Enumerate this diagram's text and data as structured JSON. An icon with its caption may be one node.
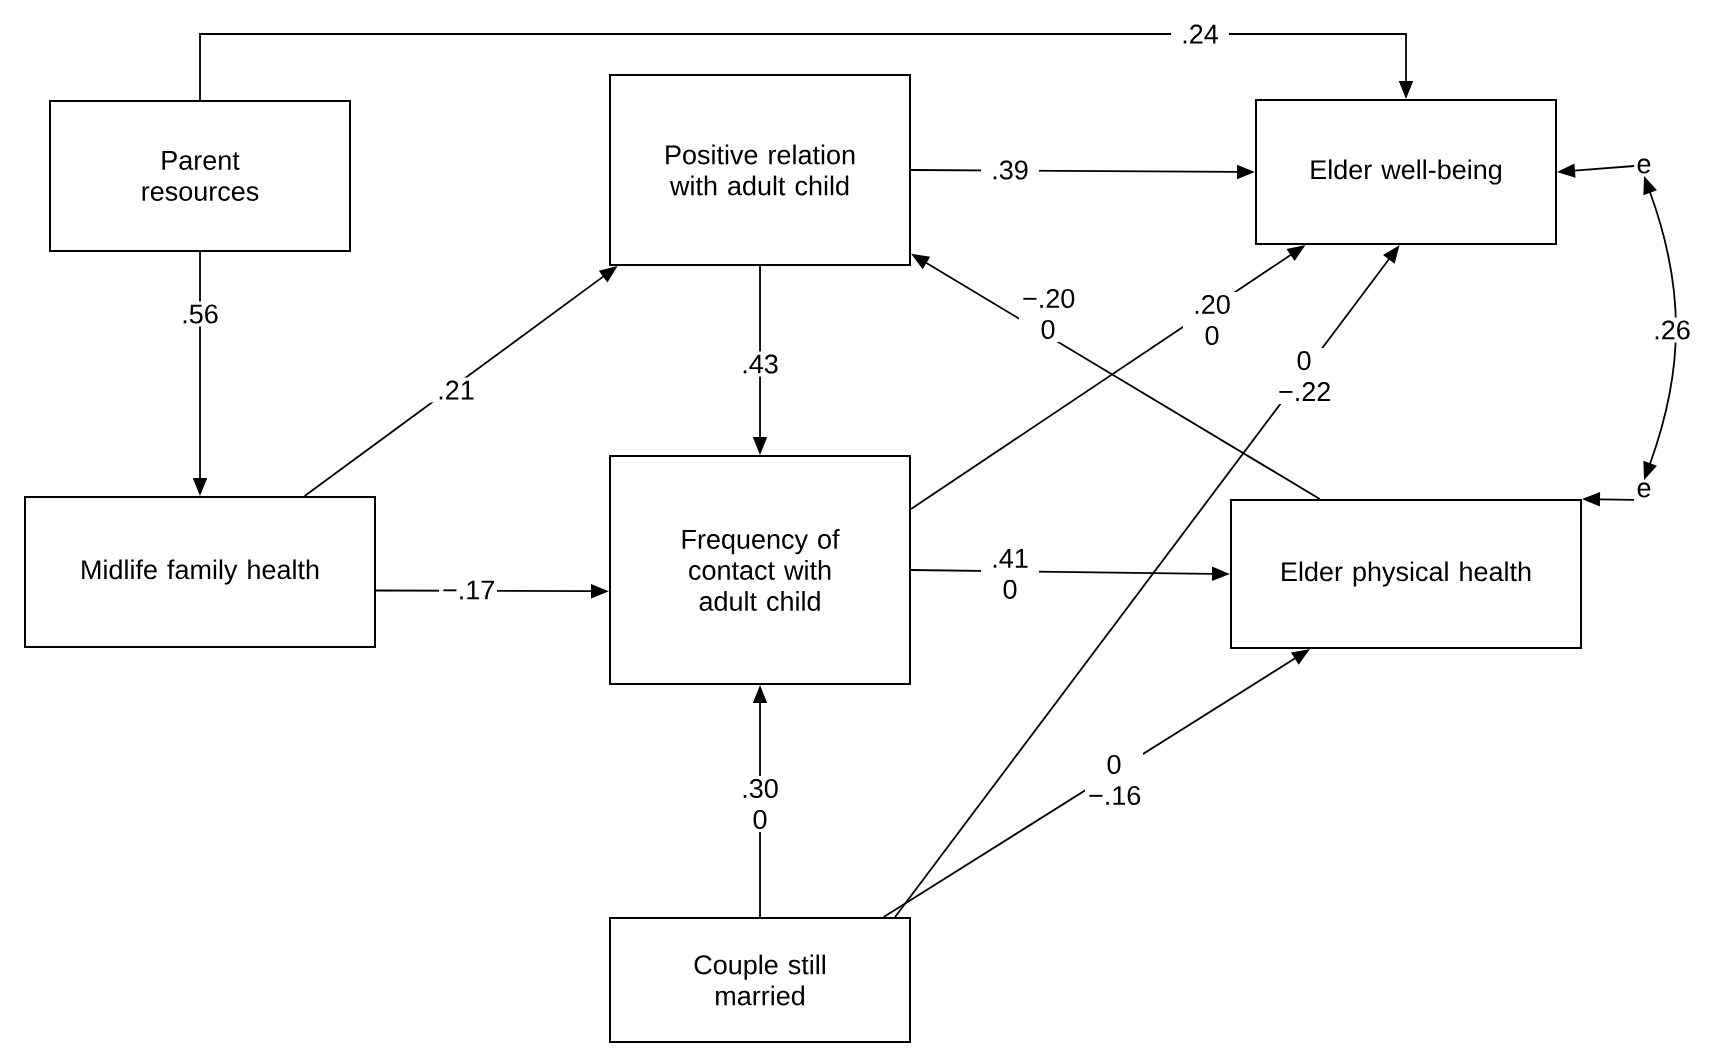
{
  "diagram": {
    "nodes": [
      {
        "text": [
          "Parent resources"
        ]
      },
      {
        "text": [
          "Positive relation with adult child"
        ]
      },
      {
        "text": [
          "Elder well-being"
        ]
      },
      {
        "text": [
          "e"
        ]
      },
      {
        "text": [
          "Midlife family health"
        ]
      },
      {
        "text": [
          "Frequency of contact with adult child"
        ]
      },
      {
        "text": [
          "Elder physical health"
        ]
      },
      {
        "text": [
          "e"
        ]
      },
      {
        "text": [
          "Couple still married"
        ]
      }
    ],
    "edges": [
      {
        "from": 0,
        "to": 2,
        "arrow": "to",
        "label": ".24"
      },
      {
        "from": 0,
        "to": 4,
        "arrow": "to",
        "label": ".56"
      },
      {
        "from": 1,
        "to": 2,
        "arrow": "to",
        "label": ".39"
      },
      {
        "from": 4,
        "to": 1,
        "arrow": "to",
        "label": ".21"
      },
      {
        "from": 1,
        "to": 5,
        "arrow": "to",
        "label": ".43"
      },
      {
        "from": 6,
        "to": 1,
        "arrow": "to",
        "label": "−.20 0"
      },
      {
        "from": 5,
        "to": 2,
        "arrow": "to",
        "label": ".20 0"
      },
      {
        "from": 8,
        "to": 2,
        "arrow": "to",
        "label": "0 −.22"
      },
      {
        "from": 3,
        "to": 2,
        "arrow": "to"
      },
      {
        "from": 3,
        "to": 7,
        "arrow": "both",
        "label": ".26"
      },
      {
        "from": 4,
        "to": 5,
        "arrow": "to",
        "label": "−.17"
      },
      {
        "from": 5,
        "to": 6,
        "arrow": "to",
        "label": ".41 0"
      },
      {
        "from": 7,
        "to": 6,
        "arrow": "to"
      },
      {
        "from": 8,
        "to": 5,
        "arrow": "to",
        "label": ".30 0"
      },
      {
        "from": 8,
        "to": 6,
        "arrow": "to",
        "label": "0 −.16"
      }
    ]
  }
}
